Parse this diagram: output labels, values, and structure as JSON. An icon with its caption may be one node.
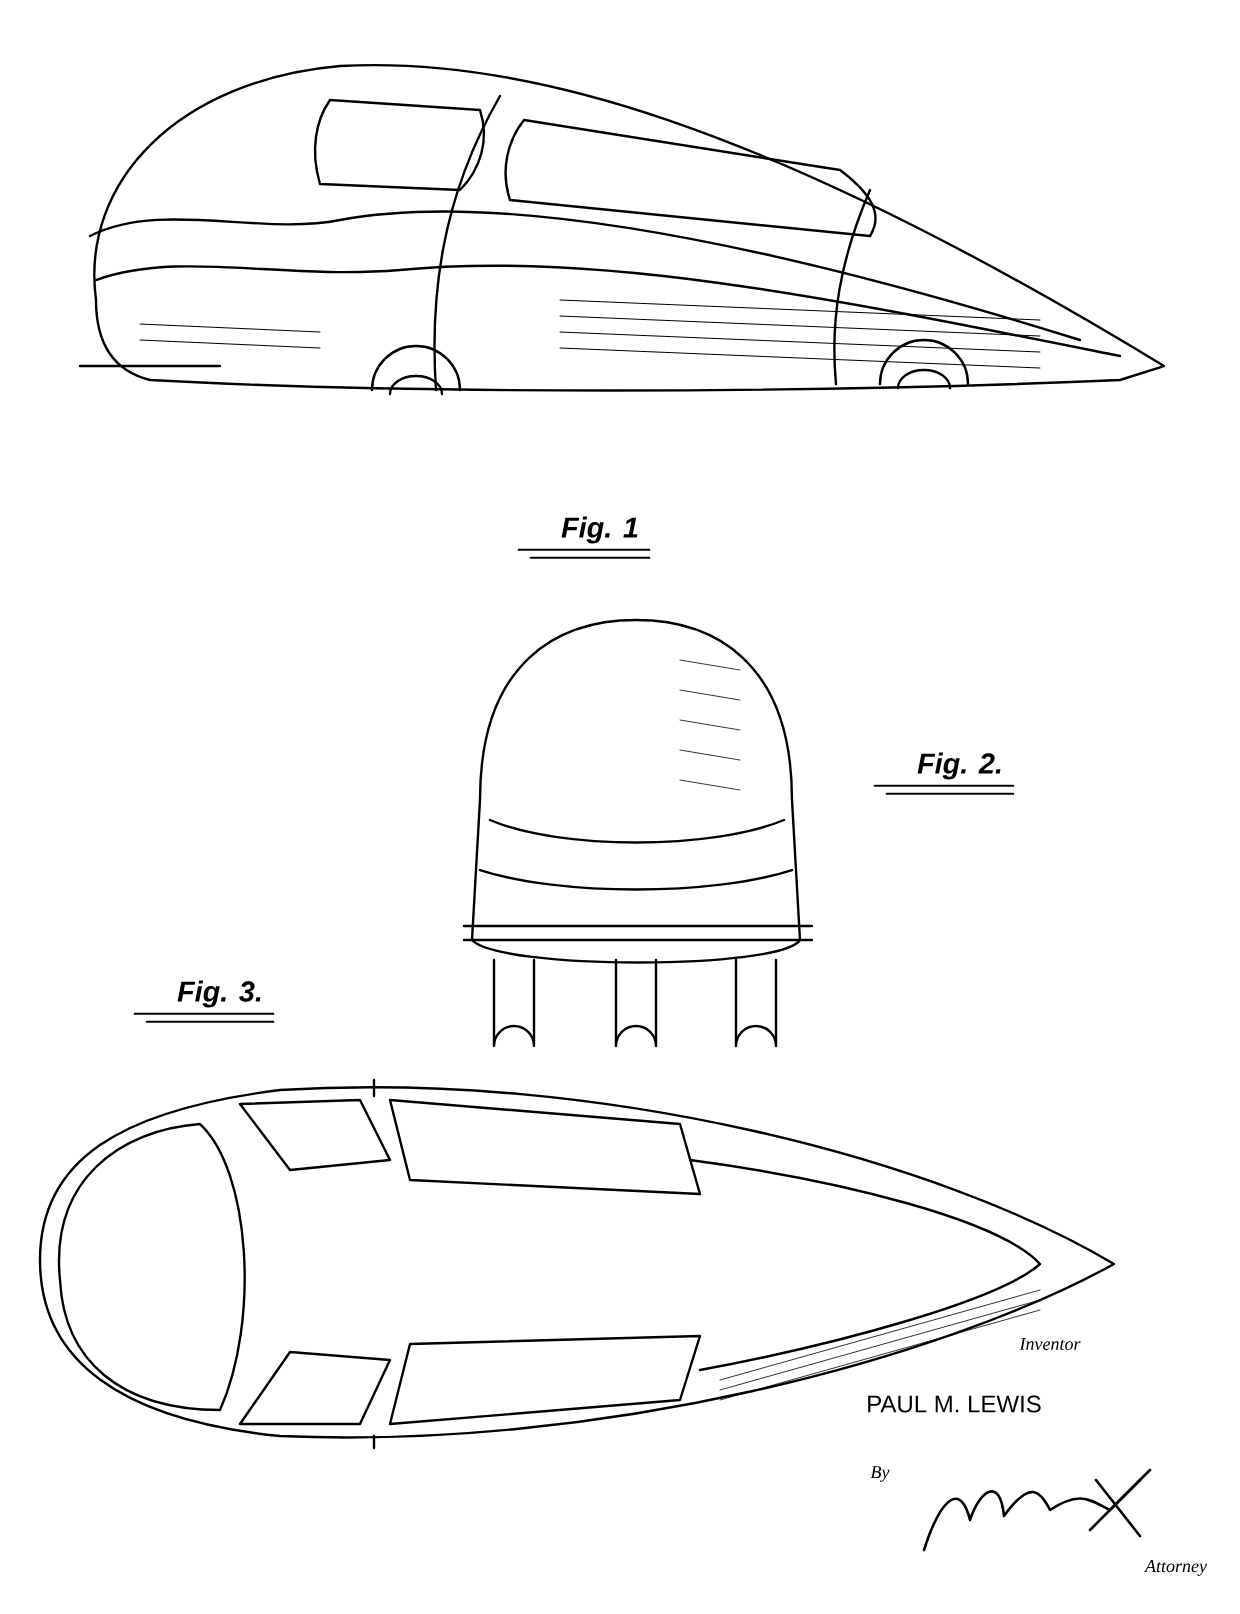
{
  "diagram": {
    "labels": [
      "Fig. 1",
      "Fig. 2.",
      "Fig. 3.",
      "Inventor",
      "PAUL M. LEWIS",
      "By",
      "Attorney"
    ]
  }
}
